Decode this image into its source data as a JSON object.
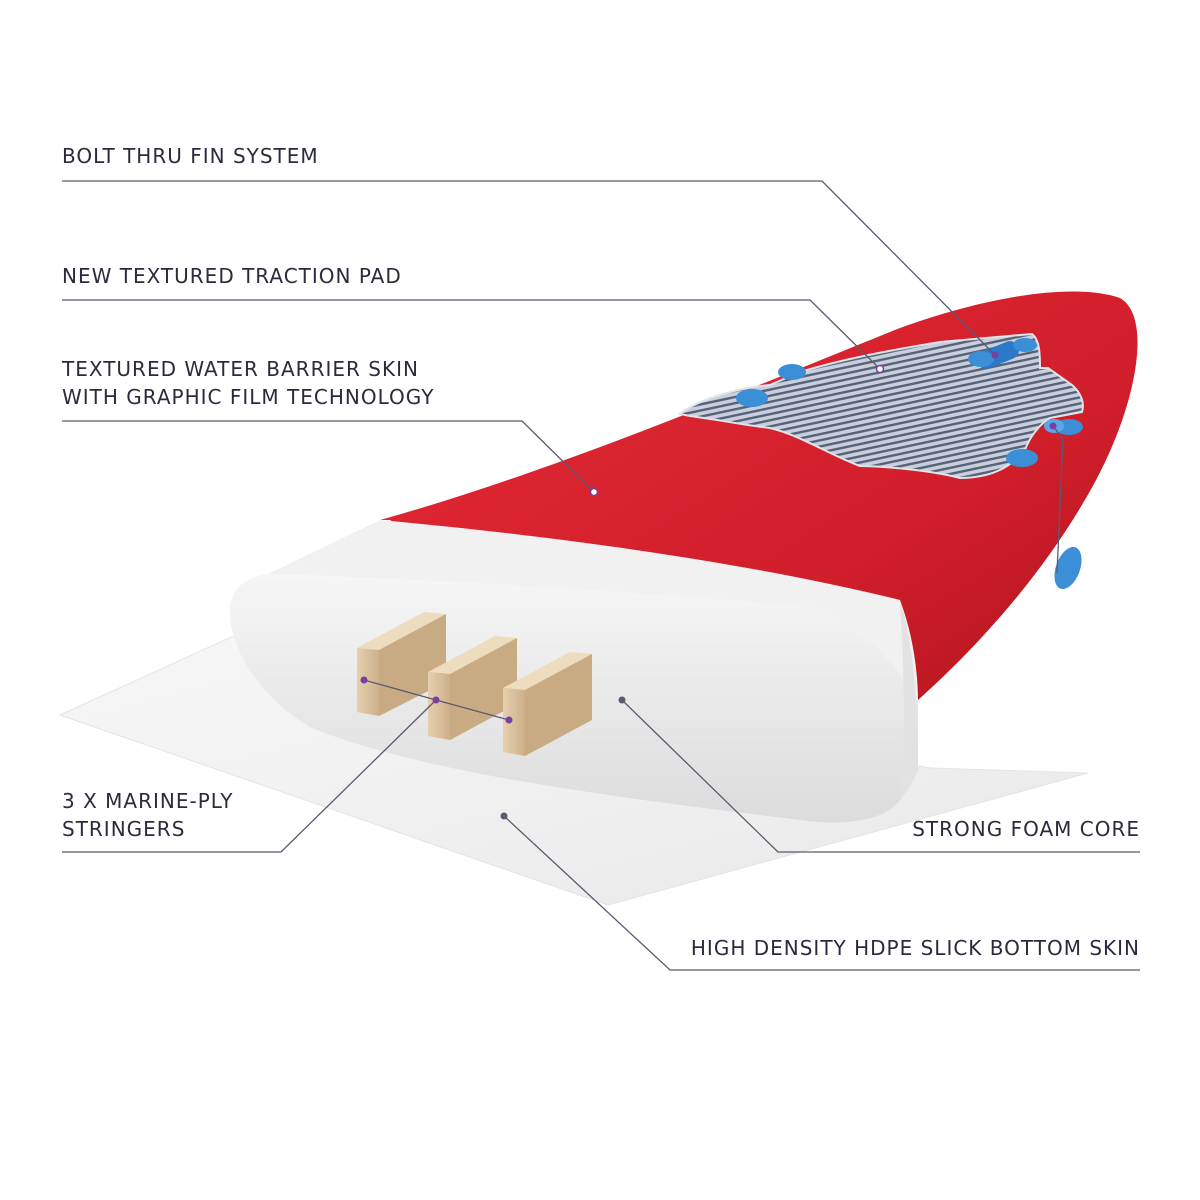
{
  "callouts": {
    "fin_system": "BOLT THRU FIN SYSTEM",
    "traction_pad": "NEW TEXTURED TRACTION PAD",
    "barrier_skin_line1": "TEXTURED WATER BARRIER SKIN",
    "barrier_skin_line2": "WITH GRAPHIC FILM TECHNOLOGY",
    "stringers_line1": "3 X MARINE-PLY",
    "stringers_line2": "STRINGERS",
    "foam_core": "STRONG FOAM CORE",
    "bottom_skin": "HIGH DENSITY HDPE SLICK BOTTOM SKIN"
  },
  "colors": {
    "deck_red": "#d8202b",
    "foam_white": "#eeeeee",
    "stringer_wood": "#d9bf9a",
    "pad_gray": "#8a93a3",
    "fin_plug_blue": "#3b8fd6",
    "leader_line": "#5a5a6e",
    "label_text": "#2b2b3e",
    "dot_purple": "#7a3fa0"
  }
}
